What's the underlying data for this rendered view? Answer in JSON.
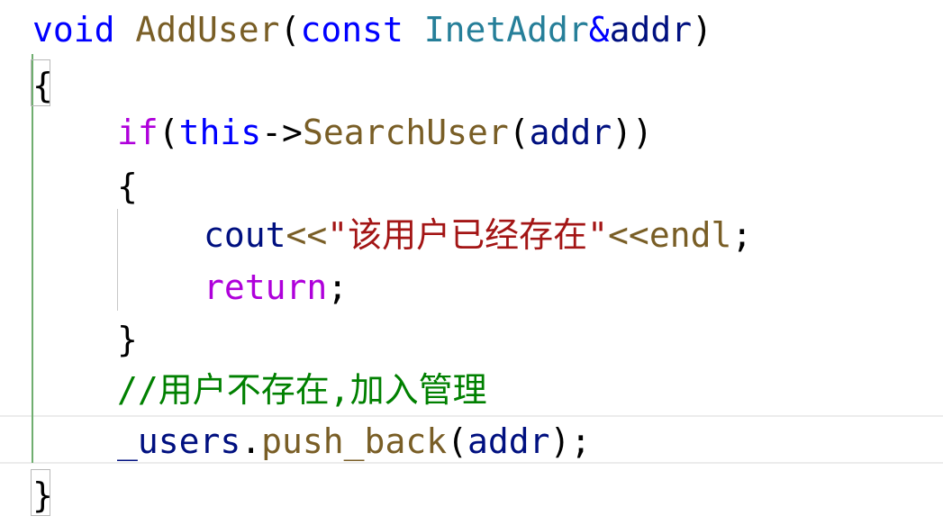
{
  "code": {
    "line1": {
      "kw": "void",
      "fn": "AddUser",
      "p1": "(",
      "kw2": "const",
      "type": "InetAddr",
      "amp": "&",
      "param": "addr",
      "p2": ")"
    },
    "line2": {
      "brace": "{"
    },
    "line3": {
      "kw": "if",
      "p1": "(",
      "this": "this",
      "arrow": "->",
      "fn": "SearchUser",
      "p2": "(",
      "arg": "addr",
      "p3": "))"
    },
    "line4": {
      "brace": "{"
    },
    "line5": {
      "var": "cout",
      "op1": "<<",
      "str": "\"该用户已经存在\"",
      "op2": "<<",
      "endl": "endl",
      "semi": ";"
    },
    "line6": {
      "kw": "return",
      "semi": ";"
    },
    "line7": {
      "brace": "}"
    },
    "line8": {
      "comment": "//用户不存在,加入管理"
    },
    "line9": {
      "var": "_users",
      "dot": ".",
      "fn": "push_back",
      "p1": "(",
      "arg": "addr",
      "p2": ");"
    },
    "line10": {
      "brace": "}"
    }
  },
  "colors": {
    "keyword": "#0000ff",
    "control_keyword": "#af00db",
    "function": "#795e26",
    "type": "#267f99",
    "variable": "#001080",
    "string": "#a31515",
    "comment": "#008000"
  }
}
